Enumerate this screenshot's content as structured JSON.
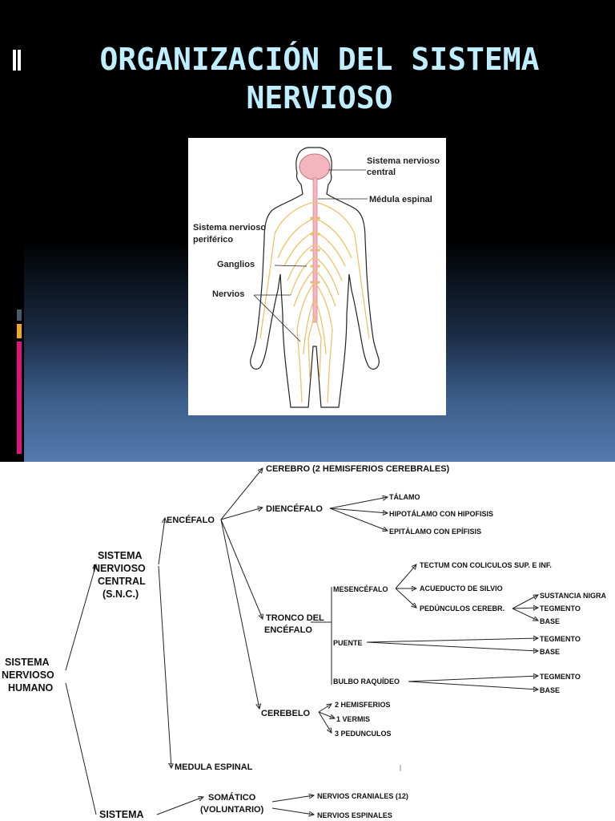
{
  "slide": {
    "title_line1": "ORGANIZACIÓN DEL SISTEMA",
    "title_line2": "NERVIOSO",
    "colors": {
      "background": "#000000",
      "title": "#bfeeff",
      "accent_pink": "#e0137a",
      "accent_yellow": "#f0a818",
      "accent_gray": "#4a5a66"
    }
  },
  "body_image": {
    "label_snc_1": "Sistema nervioso",
    "label_snc_2": "central",
    "label_medula": "Médula espinal",
    "label_snp_1": "Sistema nervioso",
    "label_snp_2": "periférico",
    "label_ganglios": "Ganglios",
    "label_nervios": "Nervios"
  },
  "tree": {
    "root_1": "SISTEMA",
    "root_2": "NERVIOSO",
    "root_3": "HUMANO",
    "snc_1": "SISTEMA",
    "snc_2": "NERVIOSO",
    "snc_3": "CENTRAL",
    "snc_4": "(S.N.C.)",
    "encefalo": "ENCÉFALO",
    "cerebro": "CEREBRO  (2 HEMISFERIOS CEREBRALES)",
    "diencefalo": "DIENCÉFALO",
    "talamo": "TÁLAMO",
    "hipotalamo": "HIPOTÁLAMO CON HIPOFISIS",
    "epitalamo": "EPITÁLAMO CON EPÍFISIS",
    "tronco_1": "TRONCO DEL",
    "tronco_2": "ENCÉFALO",
    "mesencefalo": "MESENCÉFALO",
    "tectum": "TECTUM  CON COLICULOS SUP. E INF.",
    "acueducto": "ACUEDUCTO DE SILVIO",
    "pedunculos": "PEDÚNCULOS CEREBR.",
    "sustancia": "SUSTANCIA NIGRA",
    "tegmento": "TEGMENTO",
    "base": "BASE",
    "puente": "PUENTE",
    "bulbo": "BULBO RAQUÍDEO",
    "cerebelo": "CEREBELO",
    "hemisferios": "2 HEMISFERIOS",
    "vermis": "1 VERMIS",
    "pedunculos3": "3 PEDUNCULOS",
    "medula": "MEDULA ESPINAL",
    "snp_1": "SISTEMA",
    "somatico_1": "SOMÁTICO",
    "somatico_2": "(VOLUNTARIO)",
    "craneales": "NERVIOS CRANIALES (12)",
    "espinales": "NERVIOS ESPINALES"
  }
}
